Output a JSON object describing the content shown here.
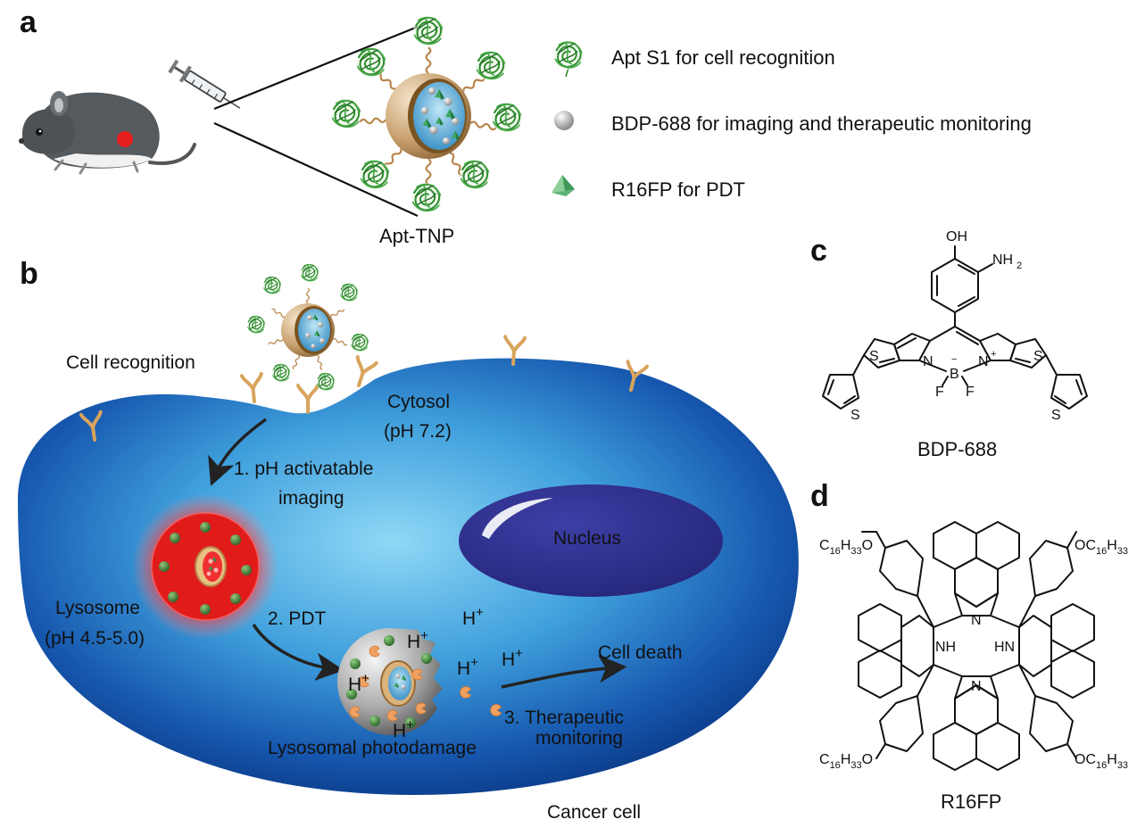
{
  "panels": {
    "a": "a",
    "b": "b",
    "c": "c",
    "d": "d"
  },
  "panel_a": {
    "nanoparticle_label": "Apt-TNP",
    "legend": [
      {
        "icon": "aptamer-coil-icon",
        "text": "Apt S1 for cell recognition"
      },
      {
        "icon": "sphere-icon",
        "text": "BDP-688 for imaging and therapeutic monitoring"
      },
      {
        "icon": "pyramid-icon",
        "text": "R16FP for PDT"
      }
    ]
  },
  "panel_b": {
    "cell_recognition": "Cell recognition",
    "cytosol": "Cytosol",
    "cytosol_ph": "(pH 7.2)",
    "step1_line1": "1. pH activatable",
    "step1_line2": "imaging",
    "nucleus": "Nucleus",
    "lysosome": "Lysosome",
    "lysosome_ph": "(pH 4.5-5.0)",
    "step2": "2. PDT",
    "cell_death": "Cell death",
    "step3_line1": "3. Therapeutic",
    "step3_line2": "monitoring",
    "photodamage": "Lysosomal photodamage",
    "cancer_cell": "Cancer cell",
    "proton": "H",
    "proton_charge": "+"
  },
  "panel_c": {
    "name": "BDP-688",
    "atoms": {
      "oh": "OH",
      "nh2": "NH",
      "nh2_sub": "2",
      "s": "S",
      "n": "N",
      "b": "B",
      "f": "F",
      "plus": "+",
      "minus": "−"
    }
  },
  "panel_d": {
    "name": "R16FP",
    "atoms": {
      "c": "C",
      "h": "H",
      "o": "O",
      "oc": "OC",
      "c_sub": "16",
      "h_sub": "33",
      "n": "N",
      "nh": "NH",
      "hn": "HN"
    }
  },
  "colors": {
    "cell_dark": "#0b3f8f",
    "cell_light": "#7fd0f4",
    "nucleus": "#2e2f8f",
    "lysosome_red": "#e01818",
    "aptamer_green": "#3a9a3a",
    "shell_tan": "#c79a62"
  }
}
